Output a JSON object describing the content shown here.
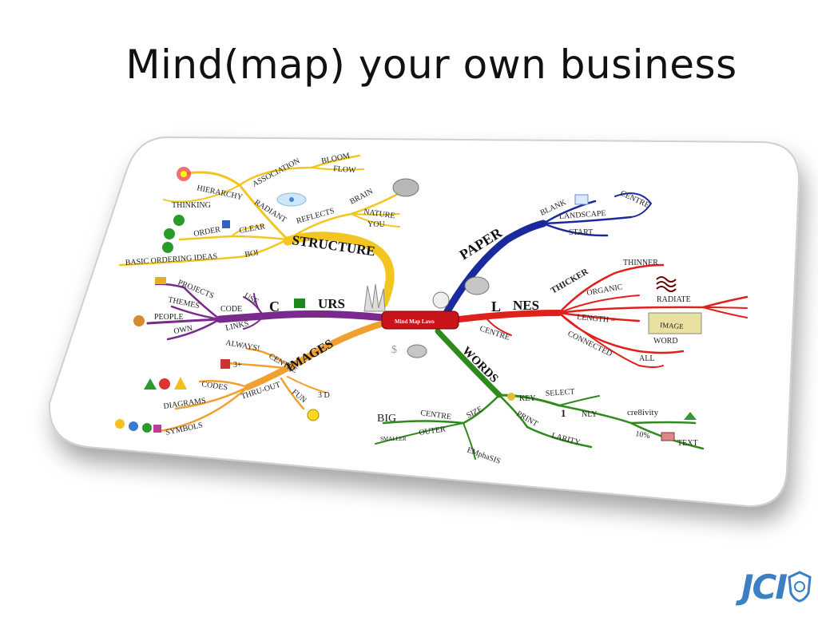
{
  "slide": {
    "title": "Mind(map) your own business"
  },
  "logo": {
    "text": "JCI"
  },
  "mindmap": {
    "center": "Mind Map Laws",
    "structure": {
      "label": "STRUCTURE",
      "hierarchy": "HIERARCHY",
      "association": "ASSOCIATION",
      "bloom": "BLOOM",
      "flow": "FLOW",
      "thinking": "THINKING",
      "radiant": "RADIANT",
      "reflects": "REFLECTS",
      "brain": "BRAIN",
      "nature": "NATURE",
      "you": "YOU",
      "order": "ORDER",
      "clear": "CLEAR",
      "basic": "BASIC ORDERING IDEAS",
      "boi": "BOI"
    },
    "colours": {
      "label_c": "C",
      "label_urs": "URS",
      "projects": "PROJECTS",
      "themes": "THEMES",
      "people": "PEOPLE",
      "own": "OWN",
      "code": "CODE",
      "use": "USE",
      "links": "LINKS"
    },
    "images": {
      "label": "IMAGES",
      "always": "ALWAYS!",
      "centre": "CENTRE",
      "three_plus": "3+",
      "codes": "CODES",
      "thru_out": "THRU-OUT",
      "diagrams": "DIAGRAMS",
      "symbols": "SYMBOLS",
      "fun": "FUN",
      "three_d": "3 D"
    },
    "paper": {
      "label": "PAPER",
      "blank": "BLANK",
      "centre": "CENTRE",
      "landscape": "LANDSCAPE",
      "start": "START"
    },
    "lines": {
      "label_l": "L",
      "label_nes": "NES",
      "thicker": "THICKER",
      "thinner": "THINNER",
      "organic": "ORGANIC",
      "radiate": "RADIATE",
      "length": "LENGTH =",
      "image": "IMAGE",
      "word": "WORD",
      "connected": "CONNECTED",
      "all": "ALL",
      "centre": "CENTRE"
    },
    "words": {
      "label": "WORDS",
      "key": "KEY",
      "select": "SELECT",
      "one": "1",
      "nly": "NLY",
      "creativity": "cre8ivity",
      "ten_pct": "10%",
      "text": "TEXT",
      "print": "PRINT",
      "larity": "LARITY",
      "size": "SIZE",
      "centre": "CENTRE",
      "big": "BIG",
      "smaller": "SMALLER",
      "outer": "OUTER",
      "emphasis": "EMphaSIS"
    }
  },
  "colors": {
    "structure": "#f2c61f",
    "colours": "#7a2a8c",
    "images": "#f0a030",
    "paper": "#1a2a9c",
    "lines": "#e0201c",
    "words": "#2f8a1c"
  }
}
